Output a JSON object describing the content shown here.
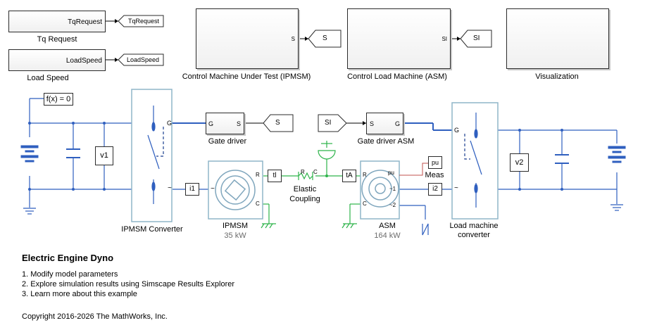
{
  "blocks": {
    "tq_request": {
      "label": "Tq Request",
      "port": "TqRequest",
      "goto": "TqRequest"
    },
    "load_speed": {
      "label": "Load Speed",
      "port": "LoadSpeed",
      "goto": "LoadSpeed"
    },
    "control_ipmsm": {
      "label": "Control Machine Under Test (IPMSM)",
      "port": "S",
      "goto": "S"
    },
    "control_asm": {
      "label": "Control Load Machine (ASM)",
      "port": "SI",
      "goto": "SI"
    },
    "visualization": {
      "label": "Visualization"
    },
    "solver": {
      "label": "f(x) = 0"
    },
    "v1": {
      "label": "v1"
    },
    "v2": {
      "label": "v2"
    },
    "ipmsm_converter": {
      "label": "IPMSM Converter",
      "port_g": "G",
      "port_ac": "~"
    },
    "load_converter": {
      "label": "Load machine converter",
      "port_g": "G",
      "port_ac": "~"
    },
    "gate_driver": {
      "label": "Gate driver",
      "port_g": "G",
      "port_s": "S",
      "from": "S"
    },
    "gate_driver_asm": {
      "label": "Gate driver ASM",
      "port_s": "S",
      "port_g": "G",
      "from": "SI"
    },
    "i1": {
      "label": "i1"
    },
    "i2": {
      "label": "i2"
    },
    "ipmsm": {
      "label": "IPMSM",
      "rating": "35 kW",
      "port_r": "R",
      "port_c": "C",
      "port_ac": "~"
    },
    "asm": {
      "label": "ASM",
      "rating": "164 kW",
      "port_r": "R",
      "port_c": "C",
      "port_pu": "pu",
      "port_1": "~1",
      "port_2": "~2"
    },
    "tl": {
      "label": "tl"
    },
    "ta": {
      "label": "tA"
    },
    "coupling": {
      "label": "Elastic Coupling",
      "port_r": "R",
      "port_c": "C"
    },
    "meas": {
      "label": "Meas",
      "port": "pu"
    }
  },
  "title": "Electric Engine Dyno",
  "links": [
    "1. Modify model parameters",
    "2. Explore simulation results using Simscape Results Explorer",
    "3. Learn more about this example"
  ],
  "copyright": "Copyright 2016-2026 The MathWorks, Inc.",
  "colors": {
    "electrical": "#2f5fbf",
    "mechanical": "#2db34a",
    "signal": "#000000",
    "converter_border": "#8fb5c9"
  }
}
